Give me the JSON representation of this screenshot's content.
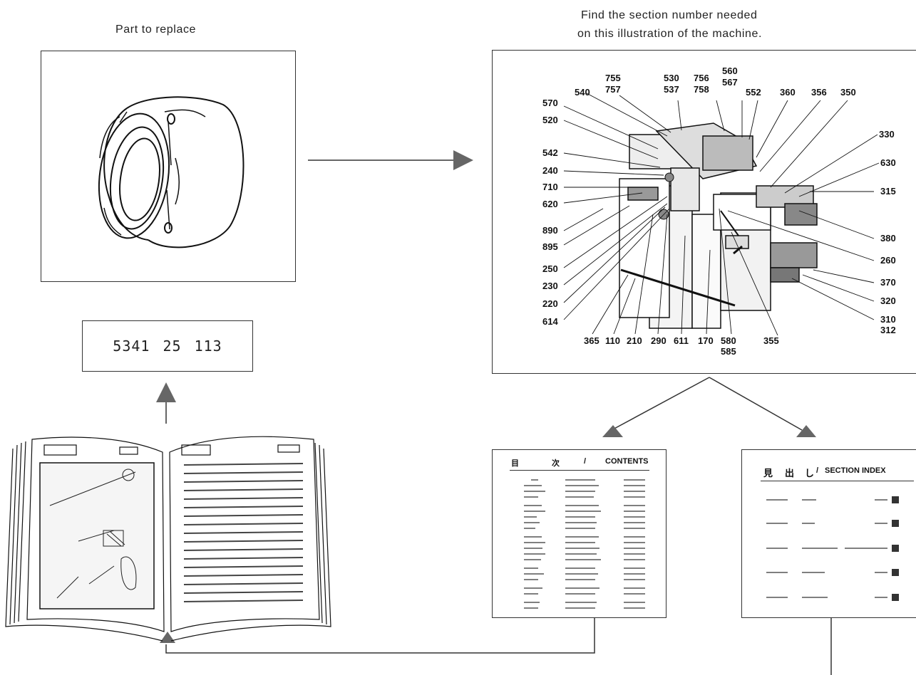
{
  "captions": {
    "part_to_replace": "Part to replace",
    "find_line1": "Find the section number needed",
    "find_line2": "on this illustration of the machine."
  },
  "part_number": {
    "a": "5341",
    "b": "25",
    "c": "113"
  },
  "machine_labels": {
    "top": [
      "755",
      "757",
      "530",
      "537",
      "756",
      "758",
      "560",
      "567",
      "552",
      "360",
      "356",
      "350",
      "540",
      "570",
      "520"
    ],
    "left": [
      "542",
      "240",
      "710",
      "620",
      "890",
      "895",
      "250",
      "230",
      "220",
      "614"
    ],
    "right": [
      "330",
      "630",
      "315",
      "380",
      "260",
      "370",
      "320",
      "310",
      "312"
    ],
    "bottom": [
      "365",
      "110",
      "210",
      "290",
      "611",
      "170",
      "580",
      "585",
      "355"
    ]
  },
  "contents_page": {
    "title_jp_1": "目",
    "title_jp_2": "次",
    "slash": "/",
    "title_en": "CONTENTS"
  },
  "section_index_page": {
    "title_jp_1": "見",
    "title_jp_2": "出",
    "title_jp_3": "し",
    "slash": "/",
    "title_en": "SECTION INDEX"
  }
}
